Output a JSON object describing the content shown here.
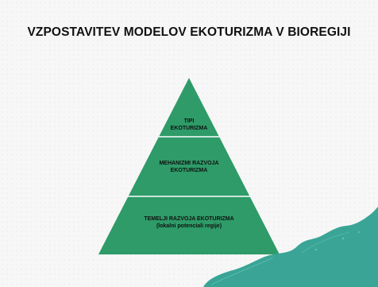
{
  "title": "VZPOSTAVITEV MODELOV EKOTURIZMA V BIOREGIJI",
  "pyramid": {
    "tiers": [
      {
        "line1": "TIPI",
        "line2": "EKOTURIZMA"
      },
      {
        "line1": "MEHANIZMI RAZVOJA",
        "line2": "EKOTURIZMA"
      },
      {
        "line1": "TEMELJI RAZVOJA EKOTURIZMA",
        "line2": "(lokalni potenciali regije)"
      }
    ]
  },
  "colors": {
    "pyramid_fill": "#2e9b68",
    "divider": "#ffffff",
    "accent_wave": "#3aa596",
    "background": "#f7f7f7"
  }
}
